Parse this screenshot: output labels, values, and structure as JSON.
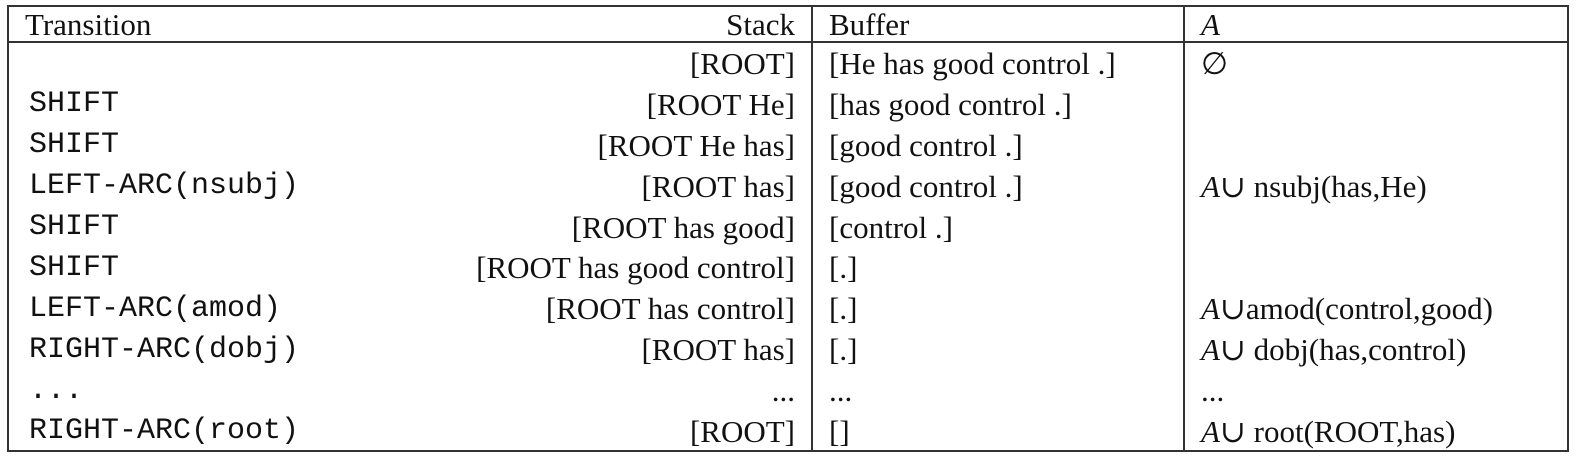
{
  "table": {
    "headers": {
      "transition": "Transition",
      "stack": "Stack",
      "buffer": "Buffer",
      "a": "A"
    },
    "rows": [
      {
        "transition": "",
        "stack": "[ROOT]",
        "buffer": "[He has good control .]",
        "a_symbol": "",
        "a_text": "∅"
      },
      {
        "transition": "SHIFT",
        "stack": "[ROOT He]",
        "buffer": "[has good control .]",
        "a_symbol": "",
        "a_text": ""
      },
      {
        "transition": "SHIFT",
        "stack": "[ROOT He has]",
        "buffer": "[good control .]",
        "a_symbol": "",
        "a_text": ""
      },
      {
        "transition": "LEFT-ARC(nsubj)",
        "stack": "[ROOT has]",
        "buffer": "[good control .]",
        "a_symbol": "A",
        "a_text": "∪ nsubj(has,He)"
      },
      {
        "transition": "SHIFT",
        "stack": "[ROOT has good]",
        "buffer": "[control .]",
        "a_symbol": "",
        "a_text": ""
      },
      {
        "transition": "SHIFT",
        "stack": "[ROOT has good control]",
        "buffer": "[.]",
        "a_symbol": "",
        "a_text": ""
      },
      {
        "transition": "LEFT-ARC(amod)",
        "stack": "[ROOT has control]",
        "buffer": "[.]",
        "a_symbol": "A",
        "a_text": "∪amod(control,good)"
      },
      {
        "transition": "RIGHT-ARC(dobj)",
        "stack": "[ROOT has]",
        "buffer": "[.]",
        "a_symbol": "A",
        "a_text": "∪ dobj(has,control)"
      },
      {
        "transition": "...",
        "stack": "...",
        "buffer": "...",
        "a_symbol": "",
        "a_text": "..."
      },
      {
        "transition": "RIGHT-ARC(root)",
        "stack": "[ROOT]",
        "buffer": "[]",
        "a_symbol": "A",
        "a_text": "∪ root(ROOT,has)"
      }
    ]
  }
}
